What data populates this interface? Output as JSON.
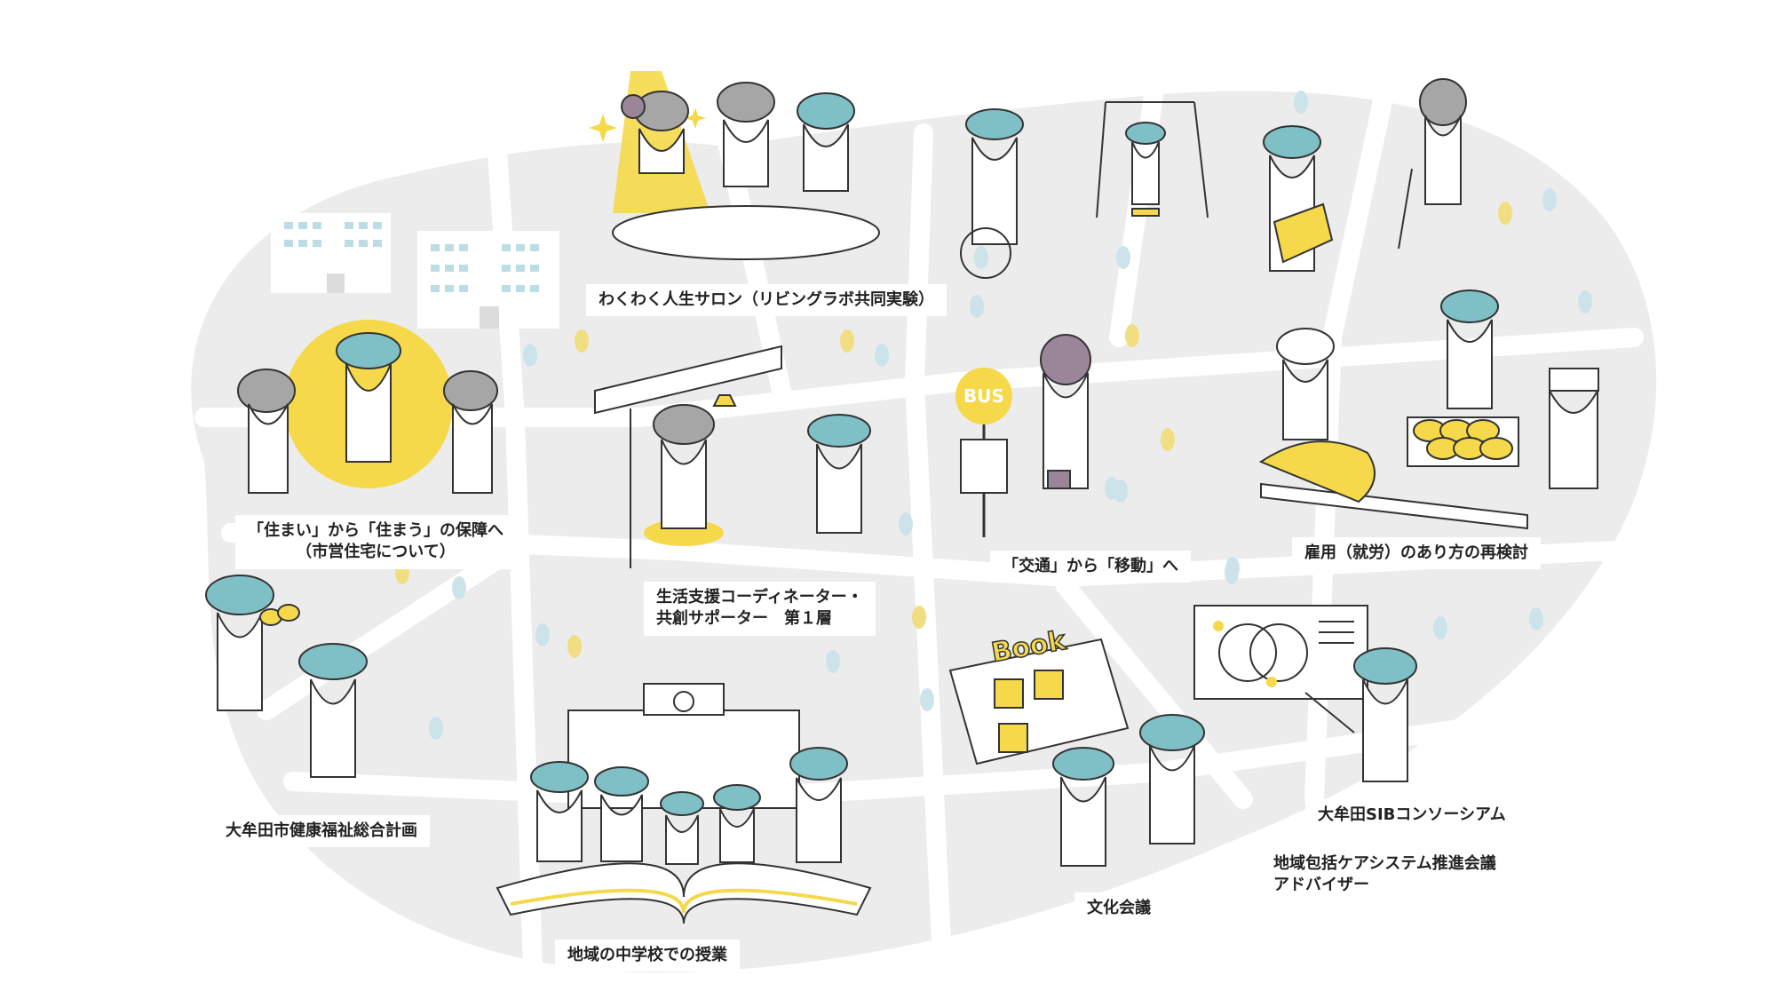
{
  "colors": {
    "map_blob": "#ececec",
    "road": "#ffffff",
    "accent_yellow": "#f5d94a",
    "accent_teal": "#7fbfc6",
    "hair_gray": "#a6a6a6",
    "hat_purple": "#9b8599",
    "tree_blue": "#cde3ea",
    "outline": "#333333"
  },
  "labels": {
    "salon": "わくわく人生サロン（リビングラボ共同実験）",
    "housing_line1": "「住まい」から「住まう」の保障へ",
    "housing_line2": "（市営住宅について）",
    "coordinator_line1": "生活支援コーディネーター・",
    "coordinator_line2": "共創サポーター　第１層",
    "transport": "「交通」から「移動」へ",
    "employment": "雇用（就労）のあり方の再検討",
    "welfare_plan": "大牟田市健康福祉総合計画",
    "school_class": "地域の中学校での授業",
    "culture_council": "文化会議",
    "sib": "大牟田SIBコンソーシアム",
    "care_line1": "地域包括ケアシステム推進会議",
    "care_line2": "アドバイザー"
  },
  "signs": {
    "bus": "BUS",
    "book": "Book"
  },
  "icons": [
    "sparkle-icon",
    "clock-icon",
    "lamp-icon",
    "binoculars-icon",
    "pointer-icon",
    "venn-diagram-icon"
  ]
}
